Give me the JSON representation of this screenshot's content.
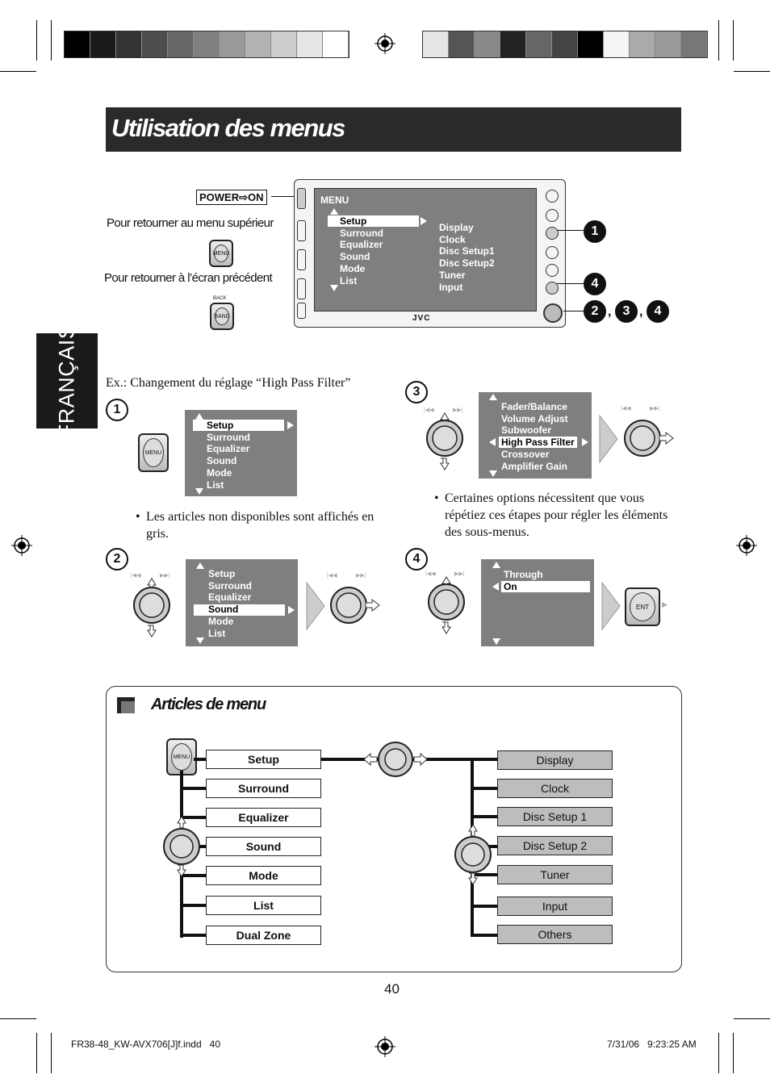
{
  "title": "Utilisation des menus",
  "side_tab": "FRANÇAIS",
  "power_label": "POWER",
  "power_on": "ON",
  "return_upper": "Pour retourner au menu supérieur",
  "return_prev": "Pour retourner à l’écran précédent",
  "btn_menu": "MENU",
  "btn_back": "BACK",
  "btn_band": "BAND",
  "btn_ent": "ENT",
  "unit": {
    "screen_title": "MENU",
    "left_items": [
      "Setup",
      "Surround",
      "Equalizer",
      "Sound",
      "Mode",
      "List"
    ],
    "right_items": [
      "Display",
      "Clock",
      "Disc Setup1",
      "Disc Setup2",
      "Tuner",
      "Input"
    ],
    "brand": "JVC",
    "callouts": [
      "1",
      "4",
      "2",
      "3",
      "4"
    ],
    "comma": ","
  },
  "example": "Ex.: Changement du réglage “High Pass Filter”",
  "step1": {
    "num": "1",
    "items": [
      "Setup",
      "Surround",
      "Equalizer",
      "Sound",
      "Mode",
      "List"
    ],
    "note": "Les articles non disponibles sont affichés en gris."
  },
  "step2": {
    "num": "2",
    "items": [
      "Setup",
      "Surround",
      "Equalizer",
      "Sound",
      "Mode",
      "List"
    ]
  },
  "step3": {
    "num": "3",
    "items": [
      "Fader/Balance",
      "Volume Adjust",
      "Subwoofer",
      "High Pass Filter",
      "Crossover",
      "Amplifier Gain"
    ],
    "note": "Certaines options nécessitent que vous répétiez ces étapes pour régler les éléments des sous-menus."
  },
  "step4": {
    "num": "4",
    "items": [
      "Through",
      "On"
    ]
  },
  "articles": {
    "heading": "Articles de menu",
    "left": [
      "Setup",
      "Surround",
      "Equalizer",
      "Sound",
      "Mode",
      "List",
      "Dual Zone"
    ],
    "right": [
      "Display",
      "Clock",
      "Disc Setup 1",
      "Disc Setup 2",
      "Tuner",
      "Input",
      "Others"
    ]
  },
  "page_number": "40",
  "footer": {
    "file": "FR38-48_KW-AVX706[J]f.indd   40",
    "date": "7/31/06   9:23:25 AM"
  }
}
